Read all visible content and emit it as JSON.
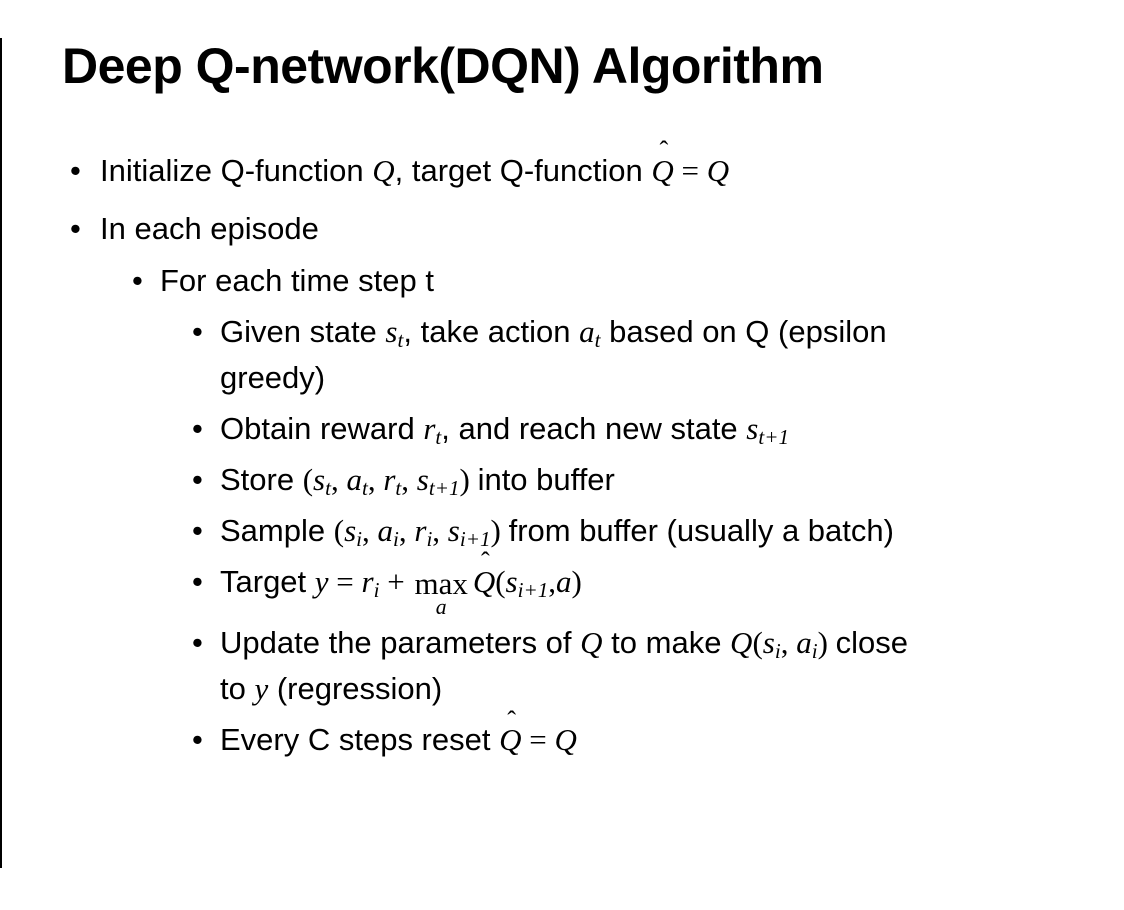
{
  "slide": {
    "title": "Deep Q-network(DQN) Algorithm",
    "background_color": "#ffffff",
    "text_color": "#000000",
    "border_color": "#000000"
  },
  "glyphs": {
    "bullet": "•",
    "hat": "ˆ"
  },
  "bullets": [
    {
      "level": 1,
      "runs": [
        {
          "t": "Initialize Q-function ",
          "s": "p"
        },
        {
          "t": "Q",
          "s": "mi"
        },
        {
          "t": ", target Q-function ",
          "s": "p"
        },
        {
          "t": "Q",
          "s": "mi",
          "hat": true
        },
        {
          "t": " = ",
          "s": "mu"
        },
        {
          "t": "Q",
          "s": "mi"
        }
      ]
    },
    {
      "level": 1,
      "runs": [
        {
          "t": "In each episode",
          "s": "p"
        }
      ]
    },
    {
      "level": 2,
      "runs": [
        {
          "t": "For each time step t",
          "s": "p"
        }
      ]
    },
    {
      "level": 3,
      "runs": [
        {
          "t": "Given state ",
          "s": "p"
        },
        {
          "t": "s",
          "s": "mi",
          "sub": "t"
        },
        {
          "t": ", take action ",
          "s": "p"
        },
        {
          "t": "a",
          "s": "mi",
          "sub": "t"
        },
        {
          "t": " based on Q (epsilon",
          "s": "p"
        },
        {
          "br": true
        },
        {
          "t": "greedy)",
          "s": "p"
        }
      ]
    },
    {
      "level": 3,
      "runs": [
        {
          "t": "Obtain reward ",
          "s": "p"
        },
        {
          "t": "r",
          "s": "mi",
          "sub": "t"
        },
        {
          "t": ", and reach new state ",
          "s": "p"
        },
        {
          "t": "s",
          "s": "mi",
          "sub": "t+1"
        }
      ]
    },
    {
      "level": 3,
      "runs": [
        {
          "t": "Store ",
          "s": "p"
        },
        {
          "t": "(",
          "s": "mu"
        },
        {
          "t": "s",
          "s": "mi",
          "sub": "t"
        },
        {
          "t": ", ",
          "s": "mu"
        },
        {
          "t": "a",
          "s": "mi",
          "sub": "t"
        },
        {
          "t": ", ",
          "s": "mu"
        },
        {
          "t": "r",
          "s": "mi",
          "sub": "t"
        },
        {
          "t": ", ",
          "s": "mu"
        },
        {
          "t": "s",
          "s": "mi",
          "sub": "t+1"
        },
        {
          "t": ") ",
          "s": "mu"
        },
        {
          "t": "into buffer",
          "s": "p"
        }
      ]
    },
    {
      "level": 3,
      "runs": [
        {
          "t": "Sample ",
          "s": "p"
        },
        {
          "t": "(",
          "s": "mu"
        },
        {
          "t": "s",
          "s": "mi",
          "sub": "i"
        },
        {
          "t": ", ",
          "s": "mu"
        },
        {
          "t": "a",
          "s": "mi",
          "sub": "i"
        },
        {
          "t": ", ",
          "s": "mu"
        },
        {
          "t": "r",
          "s": "mi",
          "sub": "i"
        },
        {
          "t": ", ",
          "s": "mu"
        },
        {
          "t": "s",
          "s": "mi",
          "sub": "i+1"
        },
        {
          "t": ") ",
          "s": "mu"
        },
        {
          "t": "from buffer (usually a batch)",
          "s": "p"
        }
      ]
    },
    {
      "level": 3,
      "runs": [
        {
          "t": "Target ",
          "s": "p"
        },
        {
          "t": "y",
          "s": "mi"
        },
        {
          "t": " = ",
          "s": "mu"
        },
        {
          "t": "r",
          "s": "mi",
          "sub": "i"
        },
        {
          "t": " + ",
          "s": "mu"
        },
        {
          "stack": {
            "top": "max",
            "bot": "a"
          }
        },
        {
          "t": "Q",
          "s": "mi",
          "hat": true
        },
        {
          "t": "(",
          "s": "mu"
        },
        {
          "t": "s",
          "s": "mi",
          "sub": "i+1"
        },
        {
          "t": ",",
          "s": "mu"
        },
        {
          "t": "a",
          "s": "mi"
        },
        {
          "t": ")",
          "s": "mu"
        }
      ]
    },
    {
      "level": 3,
      "runs": [
        {
          "t": "Update the parameters of ",
          "s": "p"
        },
        {
          "t": "Q",
          "s": "mi"
        },
        {
          "t": " to make ",
          "s": "p"
        },
        {
          "t": "Q",
          "s": "mi"
        },
        {
          "t": "(",
          "s": "mu"
        },
        {
          "t": "s",
          "s": "mi",
          "sub": "i"
        },
        {
          "t": ", ",
          "s": "mu"
        },
        {
          "t": "a",
          "s": "mi",
          "sub": "i"
        },
        {
          "t": ") ",
          "s": "mu"
        },
        {
          "t": "close",
          "s": "p"
        },
        {
          "br": true
        },
        {
          "t": "to ",
          "s": "p"
        },
        {
          "t": "y",
          "s": "mi"
        },
        {
          "t": " (regression)",
          "s": "p"
        }
      ]
    },
    {
      "level": 3,
      "runs": [
        {
          "t": "Every C steps reset ",
          "s": "p"
        },
        {
          "t": "Q",
          "s": "mi",
          "hat": true
        },
        {
          "t": " = ",
          "s": "mu"
        },
        {
          "t": "Q",
          "s": "mi"
        }
      ]
    }
  ]
}
